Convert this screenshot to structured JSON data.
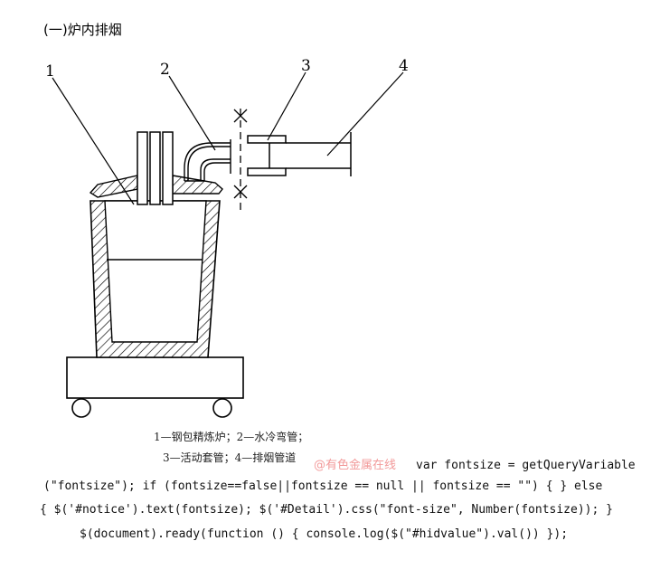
{
  "section": {
    "title": "(一)炉内排烟"
  },
  "figure": {
    "callouts": [
      "1",
      "2",
      "3",
      "4"
    ],
    "caption_line1": "1—钢包精炼炉；2—水冷弯管；",
    "caption_line2": "3—活动套管；4—排烟管道"
  },
  "watermark": "@有色金属在线",
  "code": {
    "line1": "var fontsize = getQueryVariable",
    "line2": "(\"fontsize\"); if (fontsize==false||fontsize == null || fontsize == \"\") { } else",
    "line3": "{ $('#notice').text(fontsize); $('#Detail').css(\"font-size\", Number(fontsize)); }",
    "line4": "$(document).ready(function () { console.log($(\"#hidvalue\").val()) });"
  }
}
